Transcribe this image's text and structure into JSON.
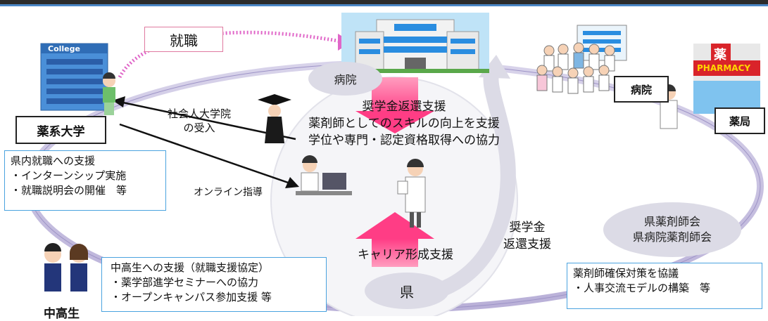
{
  "header_colors": {
    "dark": "#2b2b2b",
    "accent": "#4a86c5"
  },
  "recruit_label": "就職",
  "college_sign": "College",
  "pharmacy_sign": "PHARMACY",
  "pharmacy_kanji": "薬",
  "nodes": {
    "university": "薬系大学",
    "hospital_ellipse": "病院",
    "hospital_box": "病院",
    "pharmacy_box": "薬局",
    "prefecture": "県",
    "association_line1": "県薬剤師会",
    "association_line2": "県病院薬剤師会",
    "students": "中高生"
  },
  "adult_grad": {
    "line1": "社会人大学院",
    "line2": "の受入"
  },
  "online_guidance": "オンライン指導",
  "hospital_support": {
    "line1": "奨学金返還支援",
    "line2": "薬剤師としてのスキルの向上を支援",
    "line3": "学位や専門・認定資格取得への協力"
  },
  "career_support": "キャリア形成支援",
  "scholarship": {
    "line1": "奨学金",
    "line2": "返還支援"
  },
  "employment_support_box": {
    "title": "県内就職への支援",
    "item1": "・インターンシップ実施",
    "item2": "・就職説明会の開催　等"
  },
  "students_support_box": {
    "title": "中高生への支援（就職支援協定）",
    "item1": "・薬学部進学セミナーへの協力",
    "item2": "・オープンキャンパス参加支援 等"
  },
  "association_box": {
    "title": "薬剤師確保対策を協議",
    "item1": "・人事交流モデルの構築　等"
  }
}
